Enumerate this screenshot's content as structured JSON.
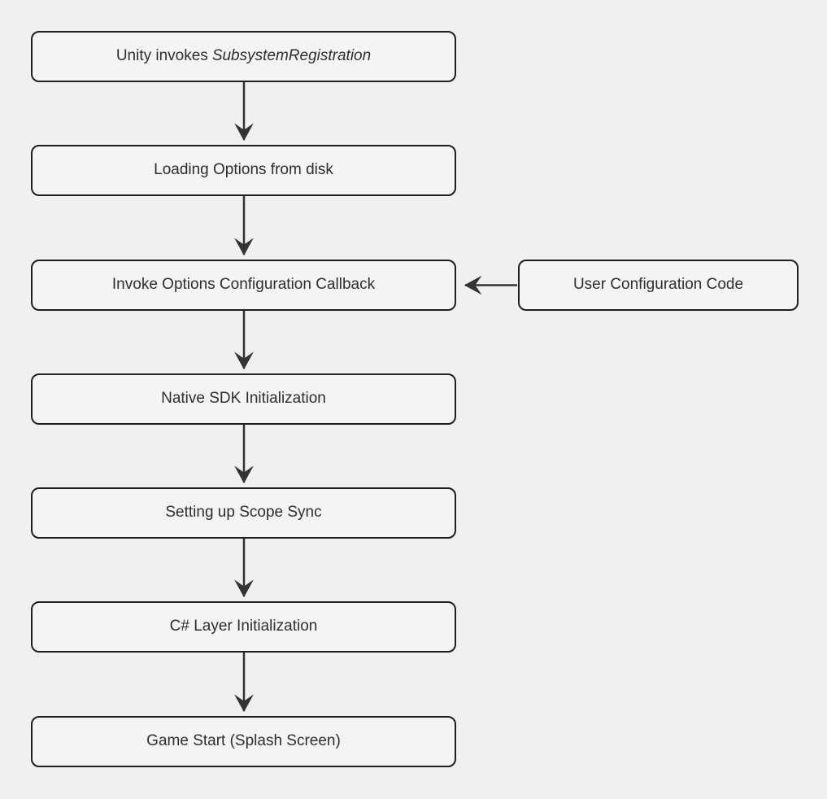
{
  "diagram": {
    "type": "flowchart",
    "direction": "top-down",
    "colors": {
      "bg": "#f0f0ee",
      "node-fill": "#f4f4f2",
      "node-border": "#1f1f1f",
      "arrow": "#333333",
      "text": "#2e2e2e"
    },
    "nodes": [
      {
        "id": "unity-invokes-subsystem-registration",
        "label": "Unity invokes SubsystemRegistration",
        "label_regular": "Unity invokes",
        "label_italic": "SubsystemRegistration"
      },
      {
        "id": "loading-options-from-disk",
        "label": "Loading Options from disk"
      },
      {
        "id": "invoke-options-configuration-callback",
        "label": "Invoke Options Configuration Callback"
      },
      {
        "id": "user-configuration-code",
        "label": "User Configuration Code"
      },
      {
        "id": "native-sdk-initialization",
        "label": "Native SDK Initialization"
      },
      {
        "id": "setting-up-scope-sync",
        "label": "Setting up Scope Sync"
      },
      {
        "id": "csharp-layer-initialization",
        "label": "C# Layer Initialization"
      },
      {
        "id": "game-start-splash-screen",
        "label": "Game Start (Splash Screen)"
      }
    ],
    "edges": [
      {
        "from": "unity-invokes-subsystem-registration",
        "to": "loading-options-from-disk"
      },
      {
        "from": "loading-options-from-disk",
        "to": "invoke-options-configuration-callback"
      },
      {
        "from": "user-configuration-code",
        "to": "invoke-options-configuration-callback"
      },
      {
        "from": "invoke-options-configuration-callback",
        "to": "native-sdk-initialization"
      },
      {
        "from": "native-sdk-initialization",
        "to": "setting-up-scope-sync"
      },
      {
        "from": "setting-up-scope-sync",
        "to": "csharp-layer-initialization"
      },
      {
        "from": "csharp-layer-initialization",
        "to": "game-start-splash-screen"
      }
    ]
  }
}
